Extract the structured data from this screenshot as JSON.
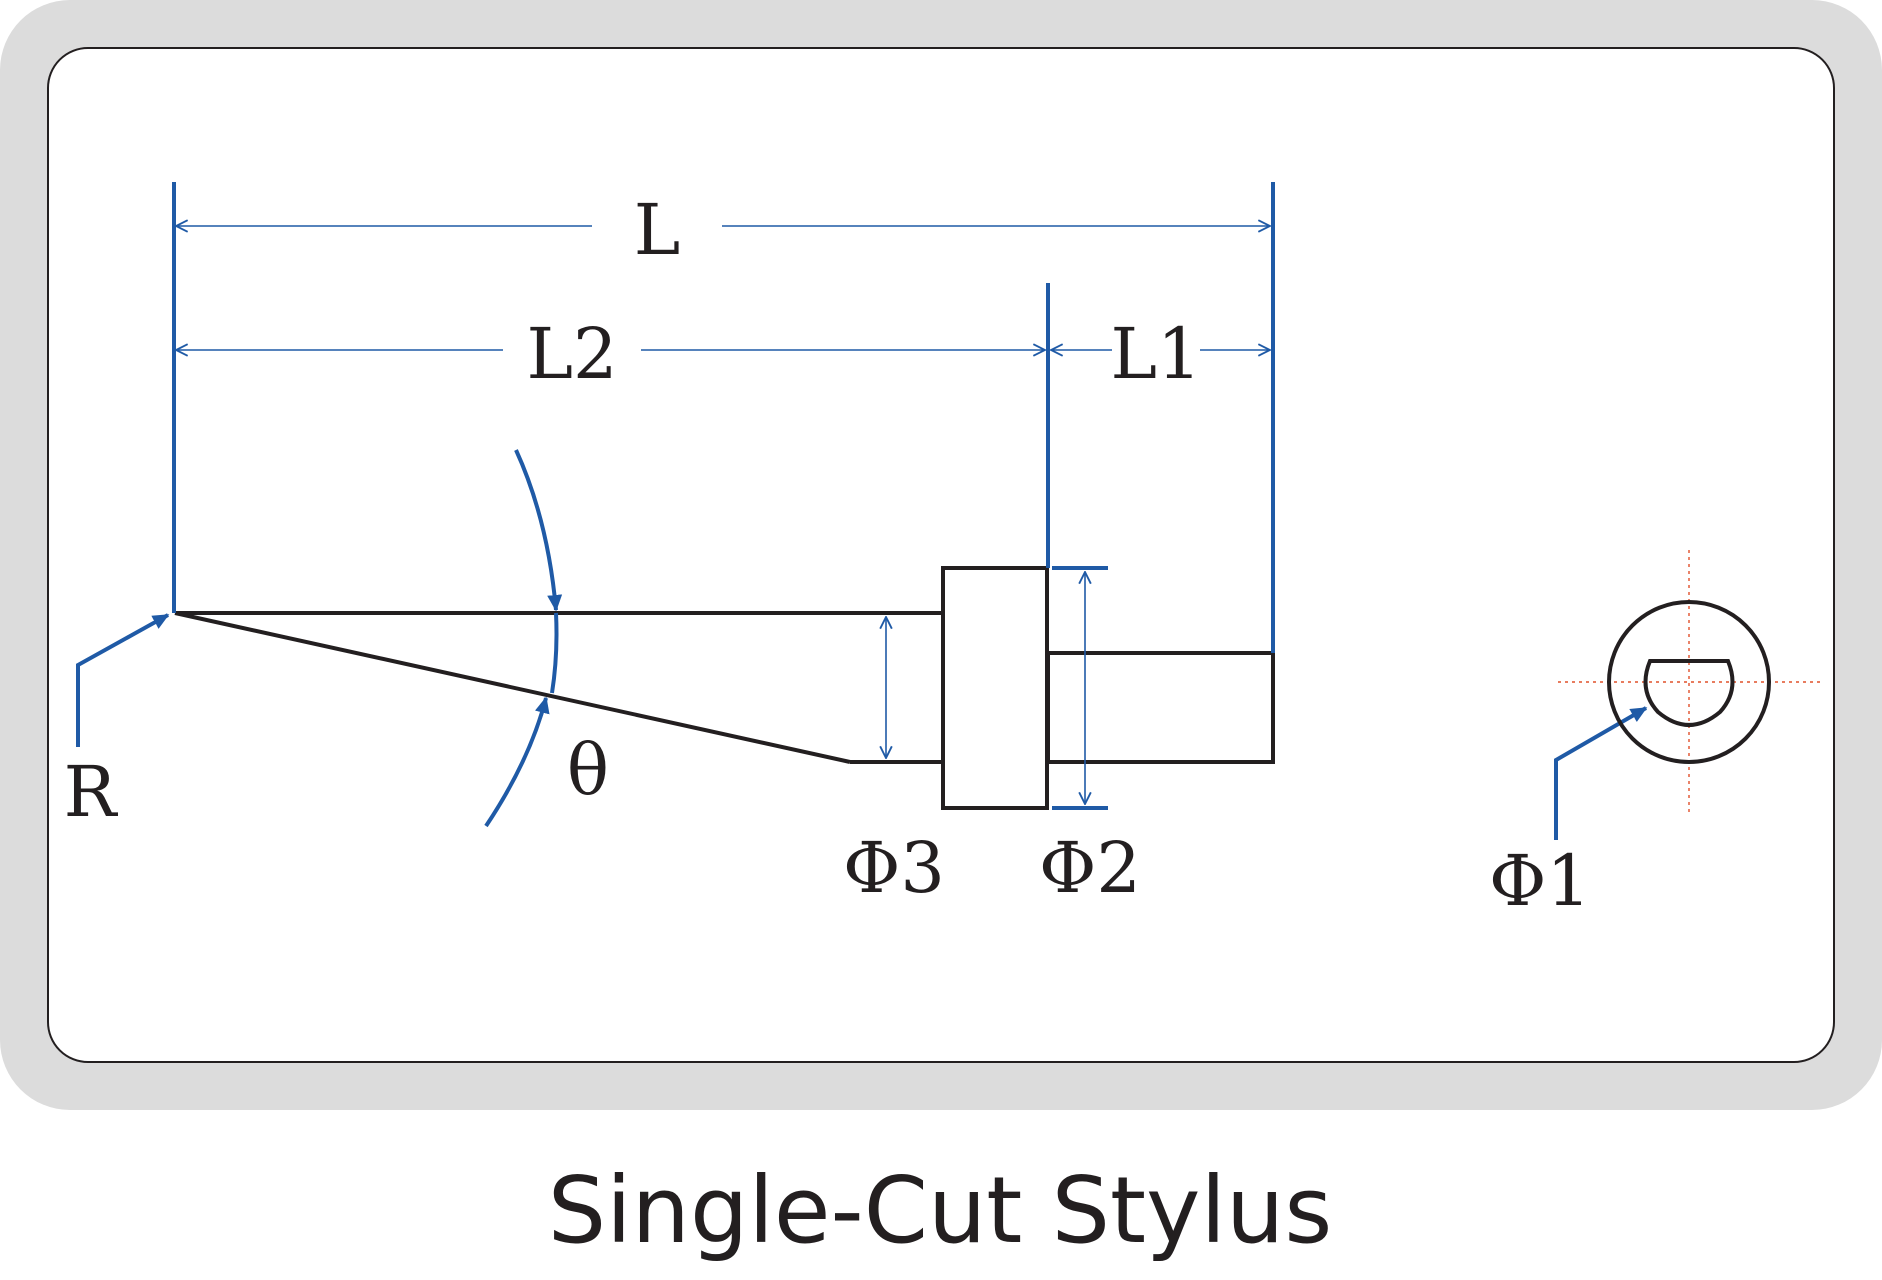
{
  "diagram": {
    "caption": "Single-Cut Stylus",
    "labels": {
      "L": "L",
      "L1": "L1",
      "L2": "L2",
      "R": "R",
      "theta": "θ",
      "phi1": "Φ1",
      "phi2": "Φ2",
      "phi3": "Φ3"
    },
    "colors": {
      "frame_outer": "#dcdcdc",
      "frame_inner": "#ffffff",
      "outline": "#231f20",
      "dimension": "#1f5aa6",
      "centerline": "#e0502a"
    }
  }
}
